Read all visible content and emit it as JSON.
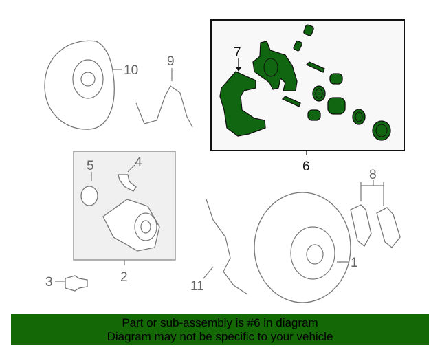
{
  "callouts": {
    "c1": "1",
    "c2": "2",
    "c3": "3",
    "c4": "4",
    "c5": "5",
    "c6": "6",
    "c7": "7",
    "c8": "8",
    "c9": "9",
    "c10": "10",
    "c11": "11"
  },
  "banner": {
    "line1": "Part or sub-assembly is #6 in diagram",
    "line2": "Diagram may not be specific to your vehicle"
  },
  "colors": {
    "highlight": "#116611",
    "banner": "#146806"
  }
}
